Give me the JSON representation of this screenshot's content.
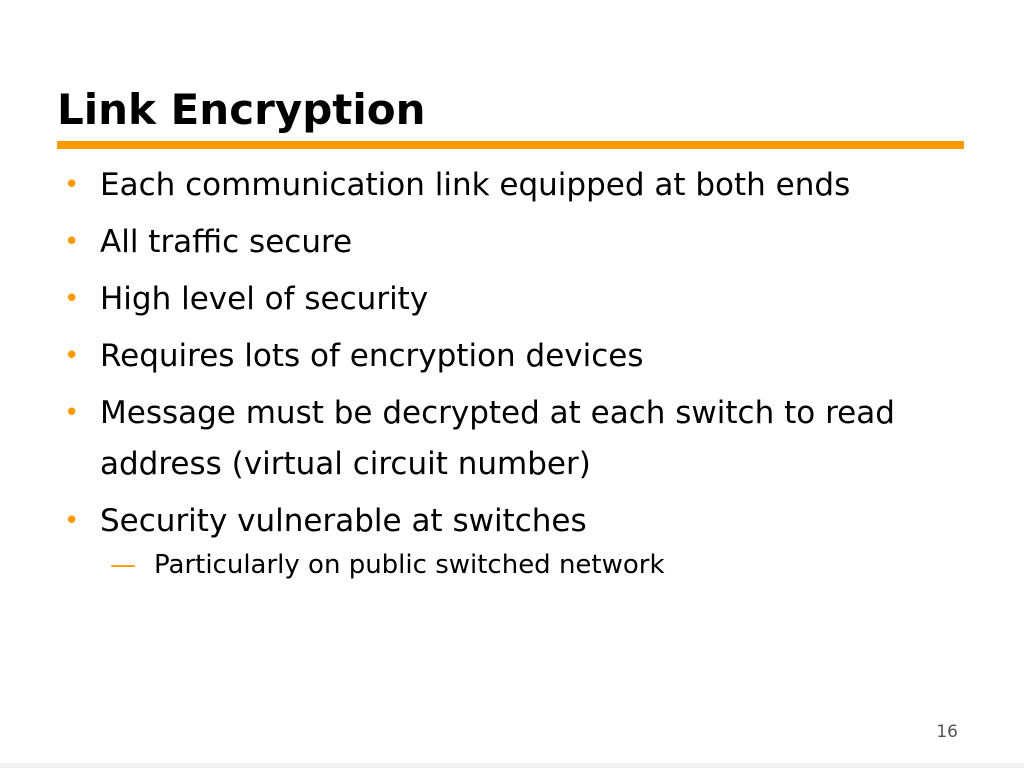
{
  "slide": {
    "title": "Link Encryption",
    "bullet_symbol": "•",
    "sub_bullet_symbol": "—",
    "accent_color": "#ff9900",
    "bullets": [
      {
        "text": "Each communication link equipped at both ends"
      },
      {
        "text": "All traffic secure"
      },
      {
        "text": "High level of security"
      },
      {
        "text": "Requires lots of encryption devices"
      },
      {
        "text": "Message must be decrypted at each switch to read address (virtual circuit number)"
      },
      {
        "text": "Security vulnerable at switches",
        "sub": [
          "Particularly on public switched network"
        ]
      }
    ],
    "page_number": "16"
  }
}
